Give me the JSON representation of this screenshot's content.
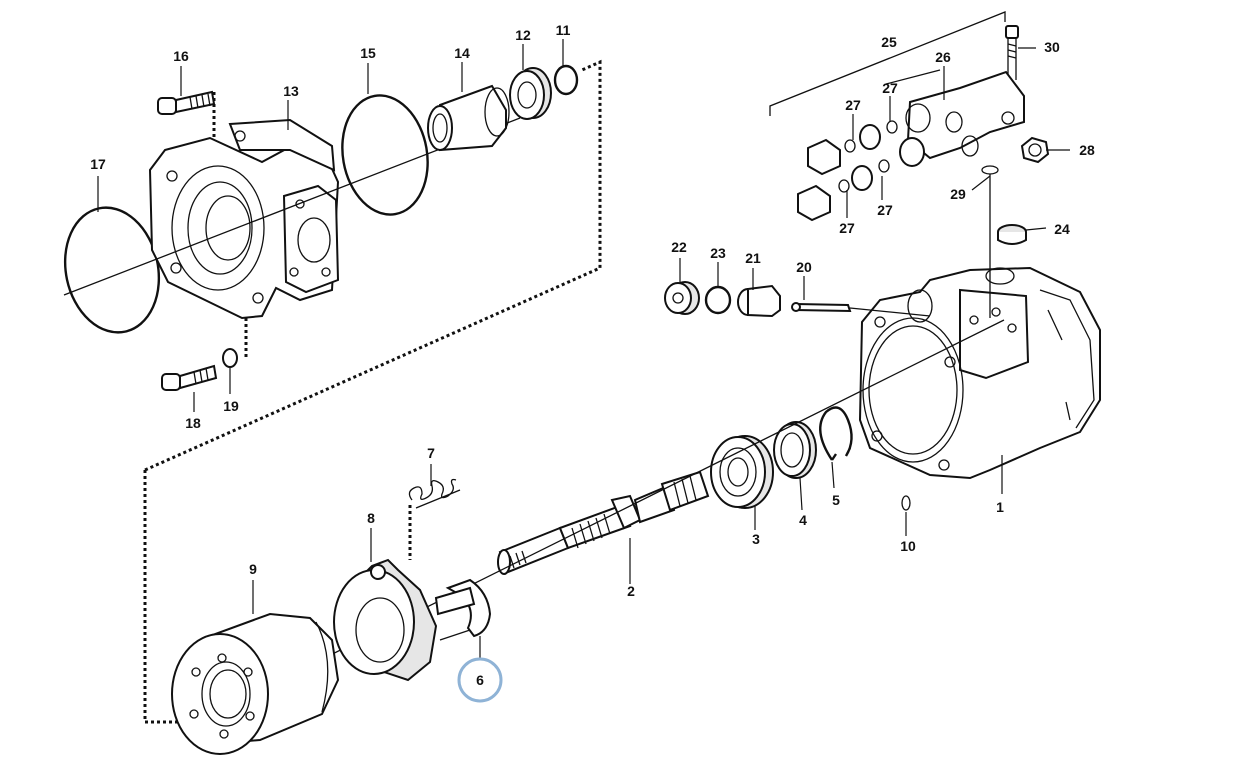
{
  "diagram": {
    "part_labels": {
      "p1": "1",
      "p2": "2",
      "p3": "3",
      "p4": "4",
      "p5": "5",
      "p6": "6",
      "p7": "7",
      "p8": "8",
      "p9": "9",
      "p10": "10",
      "p11": "11",
      "p12": "12",
      "p13": "13",
      "p14": "14",
      "p15": "15",
      "p16": "16",
      "p17": "17",
      "p18": "18",
      "p19": "19",
      "p20": "20",
      "p21": "21",
      "p22": "22",
      "p23": "23",
      "p24": "24",
      "p25": "25",
      "p26": "26",
      "p27a": "27",
      "p27b": "27",
      "p27c": "27",
      "p27d": "27",
      "p28": "28",
      "p29": "29",
      "p30": "30"
    },
    "highlighted_part": "6",
    "highlight_color": "#8fb3d6"
  }
}
